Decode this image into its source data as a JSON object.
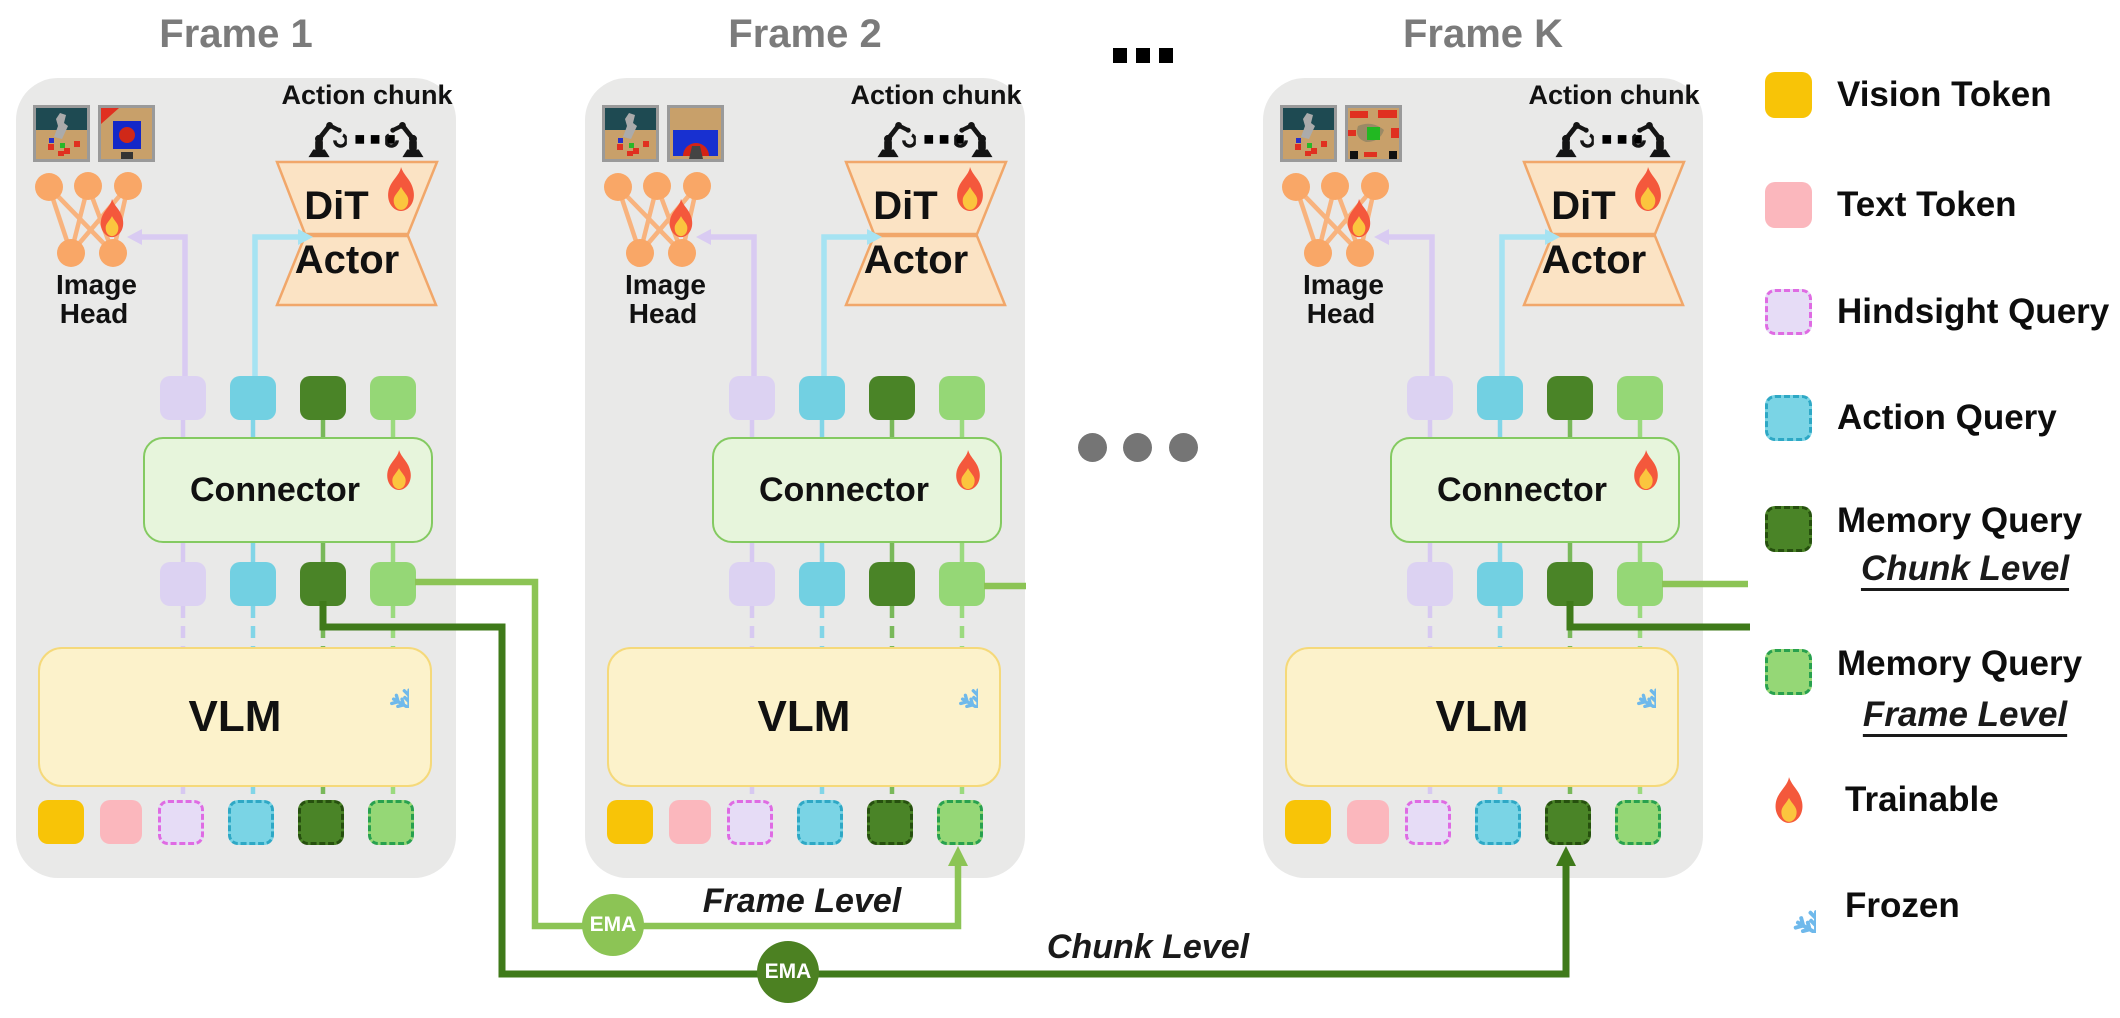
{
  "frames": [
    {
      "title": "Frame 1",
      "scene": "f1"
    },
    {
      "title": "Frame 2",
      "scene": "f2"
    },
    {
      "title": "Frame K",
      "scene": "fk"
    }
  ],
  "frame_common": {
    "action_chunk_label": "Action chunk",
    "dit_label": "DiT",
    "actor_label": "Actor",
    "image_head_line1": "Image",
    "image_head_line2": "Head",
    "connector_label": "Connector",
    "vlm_label": "VLM"
  },
  "ema": {
    "frame_ema_label": "EMA",
    "chunk_ema_label": "EMA",
    "frame_level_label": "Frame Level",
    "chunk_level_label": "Chunk Level"
  },
  "legend": {
    "items": [
      {
        "label": "Vision Token",
        "swatch": "vision-token"
      },
      {
        "label": "Text Token",
        "swatch": "text-token"
      },
      {
        "label": "Hindsight Query",
        "swatch": "hindsight-query"
      },
      {
        "label": "Action Query",
        "swatch": "action-query"
      },
      {
        "label": "Memory Query",
        "sublabel": "Chunk Level",
        "swatch": "memory-query-chunk"
      },
      {
        "label": "Memory Query",
        "sublabel": "Frame Level",
        "swatch": "memory-query-frame"
      },
      {
        "label": "Trainable",
        "icon": "fire"
      },
      {
        "label": "Frozen",
        "icon": "snowflake"
      }
    ]
  },
  "colors": {
    "card_gray": "#e9e9e8",
    "vision_token": "#f8c407",
    "text_token": "#fbb7bd",
    "hindsight_fill": "#e6dcf6",
    "hindsight_border": "#df6be3",
    "action_fill": "#7ad4e5",
    "action_border": "#2ea8c5",
    "memory_chunk_fill": "#4a8427",
    "memory_chunk_border": "#26500e",
    "memory_frame_fill": "#95d776",
    "memory_frame_border": "#28a14e",
    "connector_fill": "#e7f5dc",
    "vlm_fill": "#fcf2cb",
    "dit_fill": "#fbe3c4",
    "ema_frame_green": "#8cc455",
    "ema_chunk_green": "#4c8122",
    "line_frame_level": "#8cc455",
    "line_chunk_level": "#3f7a1a",
    "trainable_fire": "#f4583c",
    "frozen_blue": "#6fb9eb",
    "title_gray": "#7b7b7b"
  }
}
